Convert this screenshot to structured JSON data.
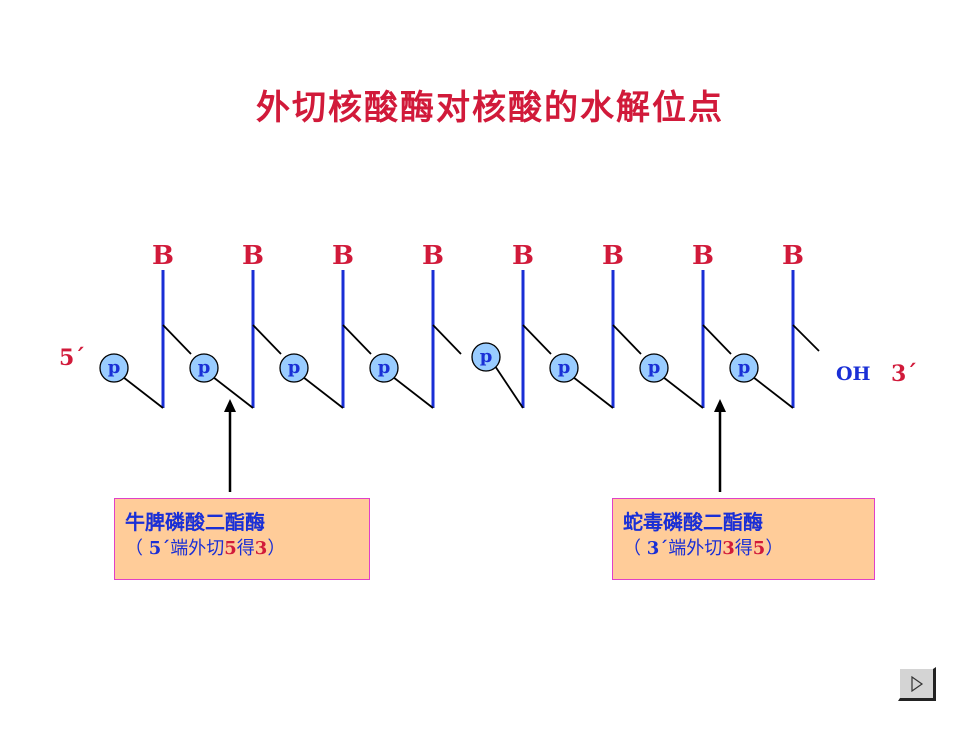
{
  "title": "外切核酸酶对核酸的水解位点",
  "chain": {
    "five_prime": "5´",
    "three_prime": "3´",
    "hydroxyl": "OH",
    "base_label": "B",
    "phosphate_label": "p",
    "base_count": 8
  },
  "left_enzyme": {
    "name": "牛脾磷酸二酯酶",
    "note_open": "（",
    "note_end": "5´",
    "note_text": "端外切",
    "note_a": "5",
    "note_de": "得",
    "note_b": "3",
    "note_close": "）"
  },
  "right_enzyme": {
    "name": "蛇毒磷酸二酯酶",
    "note_open": "（",
    "note_end": "3´",
    "note_text": "端外切",
    "note_a": "3",
    "note_de": "得",
    "note_b": "5",
    "note_close": "）"
  },
  "nav": {
    "icon": "play-next-icon"
  },
  "colors": {
    "title": "#d11a3a",
    "base": "#d11a3a",
    "end_label": "#d11a3a",
    "phosphate_fill": "#99ccff",
    "phosphate_text": "#1a2fd6",
    "enzyme_text": "#1a2fd6",
    "box_fill": "#ffcc99",
    "box_border": "#e040c8"
  }
}
